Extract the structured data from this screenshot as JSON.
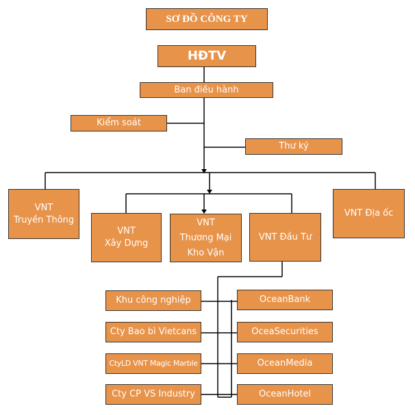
{
  "title": "SƠ ĐỒ CÔNG TY",
  "nodes": {
    "hdtv": "HĐTV",
    "ban_dieu_hanh": "Ban điều hành",
    "kiem_soat": "Kiểm soát",
    "thu_ky": "Thư ký",
    "vnt_truyen_thong": "VNT\nTruyền Thông",
    "vnt_xay_dung": "VNT\nXây Dựng",
    "vnt_thuong_mai": "VNT\nThương Mại\nKho Vận",
    "vnt_dau_tu": "VNT Đầu Tư",
    "vnt_dia_oc": "VNT Địa ốc"
  },
  "investments_left": [
    "Khu công nghiệp",
    "Cty Bao bì Vietcans",
    "CtyLD VNT Magic Marble",
    "Cty CP VS Industry"
  ],
  "investments_right": [
    "OceanBank",
    "OceaSecurities",
    "OceanMedia",
    "OceanHotel"
  ],
  "colors": {
    "box_fill": "#E8934A",
    "box_border": "#333333",
    "text": "#FFFFFF",
    "line": "#000000"
  }
}
